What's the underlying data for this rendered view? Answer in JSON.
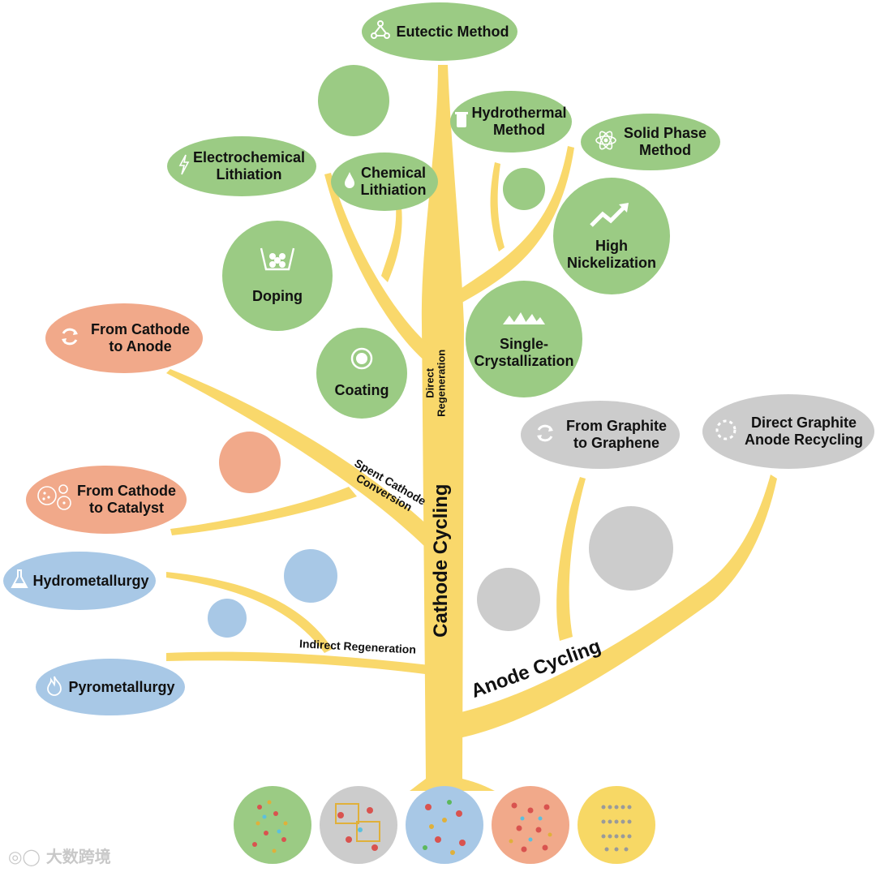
{
  "trunk_label": "Cathode Cycling",
  "anode_label": "Anode Cycling",
  "branches": {
    "direct": "Direct\nRegeneration",
    "spent": "Spent Cathode\nConversion",
    "indirect": "Indirect Regeneration"
  },
  "nodes": {
    "eutectic": "Eutectic Method",
    "hydrothermal": "Hydrothermal\nMethod",
    "solid_phase": "Solid Phase\nMethod",
    "electrochemical": "Electrochemical\nLithiation",
    "chemical": "Chemical\nLithiation",
    "high_ni": "High\nNickelization",
    "doping": "Doping",
    "single": "Single-\nCrystallization",
    "coating": "Coating",
    "cathode_anode": "From Cathode\nto Anode",
    "cathode_catalyst": "From Cathode\nto Catalyst",
    "hydromet": "Hydrometallurgy",
    "pyromet": "Pyrometallurgy",
    "graphene": "From Graphite\nto Graphene",
    "direct_graphite": "Direct Graphite\nAnode Recycling"
  },
  "watermark": "大数跨境",
  "colors": {
    "green": "#9bcb84",
    "orange": "#f1a98a",
    "blue": "#a8c8e6",
    "gray": "#cccccc",
    "tree": "#f9d86b",
    "root_yellow": "#f7d865"
  },
  "icons": {
    "eutectic": "molecule-icon",
    "hydrothermal": "beaker-icon",
    "solid_phase": "atom-icon",
    "electrochemical": "lightning-icon",
    "chemical": "droplet-icon",
    "high_ni": "trend-up-icon",
    "doping": "lattice-icon",
    "single": "crystal-pile-icon",
    "coating": "coated-particle-icon",
    "cathode_anode": "cycle-icon",
    "cathode_catalyst": "particles-icon",
    "hydromet": "flask-icon",
    "pyromet": "fire-icon",
    "graphene": "cycle-icon",
    "direct_graphite": "dotted-ring-icon"
  }
}
